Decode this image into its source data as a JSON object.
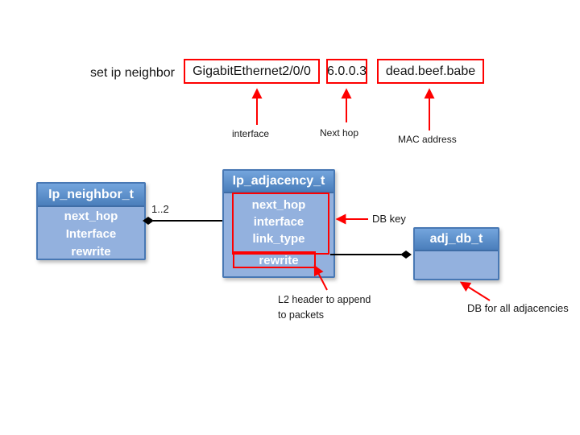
{
  "command": {
    "text": "set ip neighbor",
    "arguments": [
      {
        "value": "GigabitEthernet2/0/0",
        "annotation": "interface"
      },
      {
        "value": "6.0.0.3",
        "annotation": "Next hop"
      },
      {
        "value": "dead.beef.babe",
        "annotation": "MAC address"
      }
    ]
  },
  "structs": {
    "ip_neighbor": {
      "title": "Ip_neighbor_t",
      "fields": [
        "next_hop",
        "Interface",
        "rewrite"
      ]
    },
    "ip_adjacency": {
      "title": "Ip_adjacency_t",
      "fields": [
        "next_hop",
        "interface",
        "link_type",
        "rewrite"
      ]
    },
    "adj_db": {
      "title": "adj_db_t"
    }
  },
  "relations": {
    "neighbor_adjacency_multiplicity": "1..2"
  },
  "annotations": {
    "db_key": "DB key",
    "l2_header": "L2 header to append to packets",
    "adj_db_note": "DB for all adjacencies"
  },
  "colors": {
    "highlight_red": "#fe0000",
    "box_header_blue": "#4a7ebb",
    "box_body_blue": "#93b1de",
    "box_border_blue": "#4878b4",
    "connector_black": "#000000"
  }
}
